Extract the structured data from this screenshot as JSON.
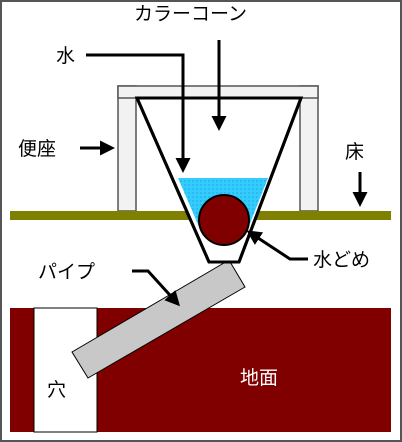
{
  "labels": {
    "cone": "カラーコーン",
    "water": "水",
    "toilet_seat": "便座",
    "floor": "床",
    "water_trap": "水どめ",
    "pipe": "パイプ",
    "hole": "穴",
    "ground": "地面"
  },
  "colors": {
    "frame_border": "#555555",
    "seat": "#f2f2f2",
    "floor_strip": "#808000",
    "water": "#33ccff",
    "ground": "#800000",
    "pipe": "#c8c8c8",
    "arrow": "#000000"
  }
}
